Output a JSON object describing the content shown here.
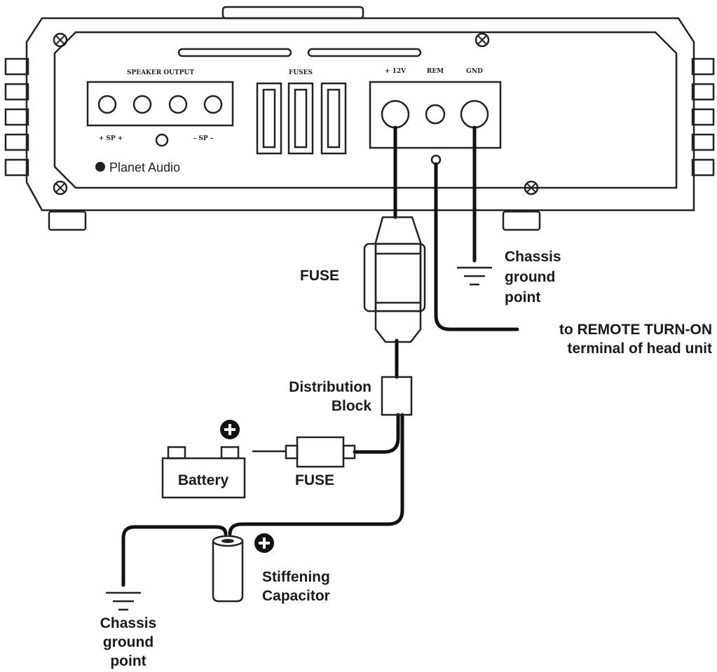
{
  "panel": {
    "speaker_output": "SPEAKER OUTPUT",
    "fuses": "FUSES",
    "plus12v": "+ 12V",
    "rem": "REM",
    "gnd": "GND",
    "sp_left": "+ SP +",
    "sp_right": "– SP –",
    "brand": "Planet Audio"
  },
  "labels": {
    "fuse_top": "FUSE",
    "chassis_top": [
      "Chassis",
      "ground",
      "point"
    ],
    "remote": [
      "to REMOTE TURN-ON",
      "terminal of head unit"
    ],
    "distribution": [
      "Distribution",
      "Block"
    ],
    "battery": "Battery",
    "fuse_bottom": "FUSE",
    "capacitor": [
      "Stiffening",
      "Capacitor"
    ],
    "chassis_bottom": [
      "Chassis",
      "ground",
      "point"
    ]
  }
}
